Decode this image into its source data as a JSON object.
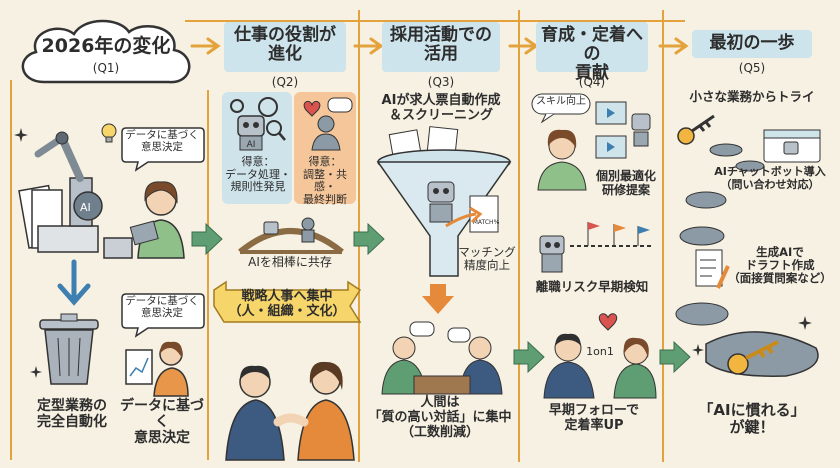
{
  "colors": {
    "background": "#f7f1e3",
    "accent": "#e3a23b",
    "header_bg": "#cde4ec",
    "arrow_green": "#5e9e72",
    "arrow_blue": "#3d7fb0",
    "banner": "#f6d56a"
  },
  "q1": {
    "title": "2026年の変化",
    "num": "(Q1)",
    "bubble1": "データに基づく\n意思決定",
    "bubble2": "データに基づく\n意思決定",
    "cap_left": "定型業務の\n完全自動化",
    "cap_right": "データに基づく\n意思決定"
  },
  "q2": {
    "title": "仕事の役割が\n進化",
    "num": "(Q2)",
    "ai_label": "AI",
    "ai_text": "得意：\nデータ処理・\n規則性発見",
    "human_text": "得意：\n調整・共感・\n最終判断",
    "bridge": "AIを相棒に共存",
    "banner": "戦略人事へ集中\n（人・組織・文化）"
  },
  "q3": {
    "title": "採用活動での\n活用",
    "num": "(Q3)",
    "sub": "AIが求人票自動作成\n＆スクリーニング",
    "match": "マッチング\n精度向上",
    "paper": "MATCH%",
    "cap": "人間は\n「質の高い対話」に集中\n（工数削減）"
  },
  "q4": {
    "title": "育成・定着への\n貢献",
    "num": "(Q4)",
    "skill": "スキル向上",
    "training": "個別最適化\n研修提案",
    "risk": "離職リスク早期検知",
    "oneonone": "1on1",
    "cap": "早期フォローで\n定着率UP"
  },
  "q5": {
    "title": "最初の一歩",
    "num": "(Q5)",
    "sub": "小さな業務からトライ",
    "chatbot": "AIチャットボット導入\n（問い合わせ対応）",
    "genai": "生成AIで\nドラフト作成\n（面接質問案など）",
    "cap": "「AIに慣れる」\nが鍵！"
  }
}
